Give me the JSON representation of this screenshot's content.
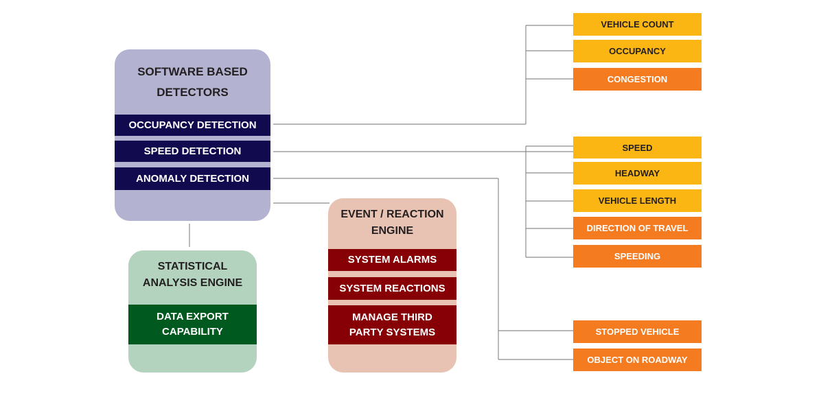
{
  "detectors": {
    "title": "SOFTWARE BASED\nDETECTORS",
    "items": [
      "OCCUPANCY DETECTION",
      "SPEED DETECTION",
      "ANOMALY DETECTION"
    ]
  },
  "statistical": {
    "title": "STATISTICAL\nANALYSIS ENGINE",
    "band": "DATA EXPORT\nCAPABILITY"
  },
  "event": {
    "title": "EVENT / REACTION\nENGINE",
    "items": [
      "SYSTEM ALARMS",
      "SYSTEM REACTIONS",
      "MANAGE THIRD\nPARTY SYSTEMS"
    ]
  },
  "occupancy_outputs": [
    "VEHICLE COUNT",
    "OCCUPANCY",
    "CONGESTION"
  ],
  "speed_outputs": [
    "SPEED",
    "HEADWAY",
    "VEHICLE LENGTH",
    "DIRECTION OF TRAVEL",
    "SPEEDING"
  ],
  "anomaly_outputs": [
    "STOPPED VEHICLE",
    "OBJECT ON ROADWAY"
  ],
  "colors": {
    "detector_card": "#b3b3d1",
    "detector_band": "#120a4f",
    "statistical_card": "#b3d3be",
    "statistical_band": "#00591f",
    "event_card": "#e8c3b3",
    "event_band": "#870005",
    "output_yellow": "#fbb614",
    "output_orange": "#f47b20",
    "connector": "#8c8c8c"
  }
}
